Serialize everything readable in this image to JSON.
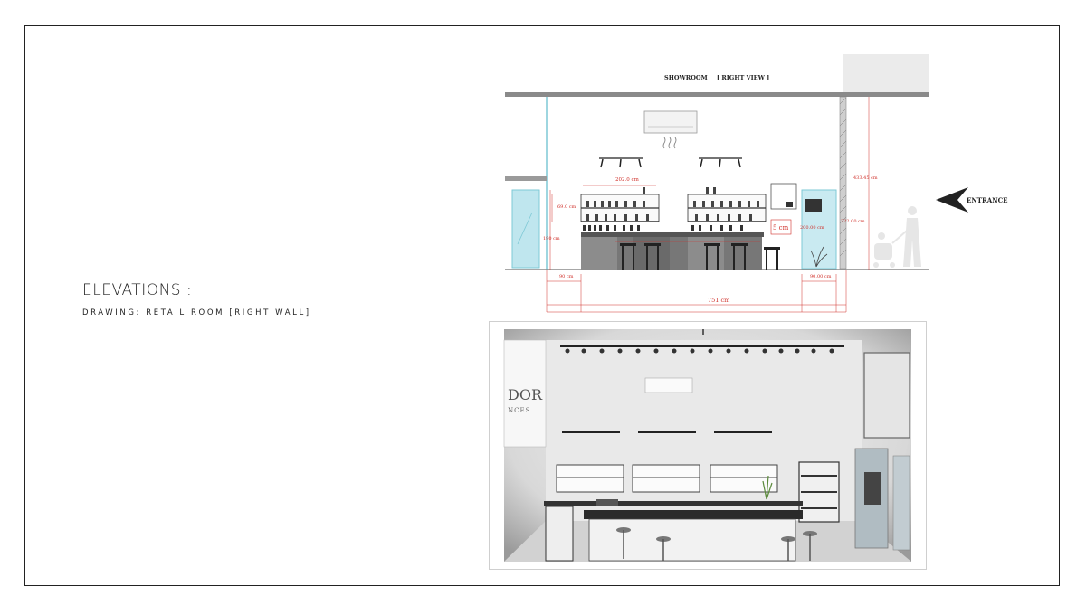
{
  "page": {
    "title": "ELEVATIONS :",
    "subtitle": "DRAWING: RETAIL ROOM [RIGHT WALL]"
  },
  "elevation": {
    "view_title": "SHOWROOM",
    "view_subtitle": "[ RIGHT VIEW ]",
    "entrance_label": "ENTRANCE",
    "dimensions": {
      "shelf_width": "202.0 cm",
      "left_shelf_height": "69.0 cm",
      "left_door_height": "190 cm",
      "right_wall_top": "433.45 cm",
      "right_door_height": "222.00 cm",
      "sign_height": "5 cm",
      "side_dim": "200.00 cm",
      "left_door_width": "90 cm",
      "right_door_width": "90.00 cm",
      "total_width": "751 cm"
    }
  },
  "render": {
    "brand_partial_1": "DOR",
    "brand_partial_2": "NCES"
  },
  "colors": {
    "dimension": "#d0302a",
    "line": "#333333",
    "glass": "#a8dde6",
    "wall_gray": "#8a8a8a"
  }
}
